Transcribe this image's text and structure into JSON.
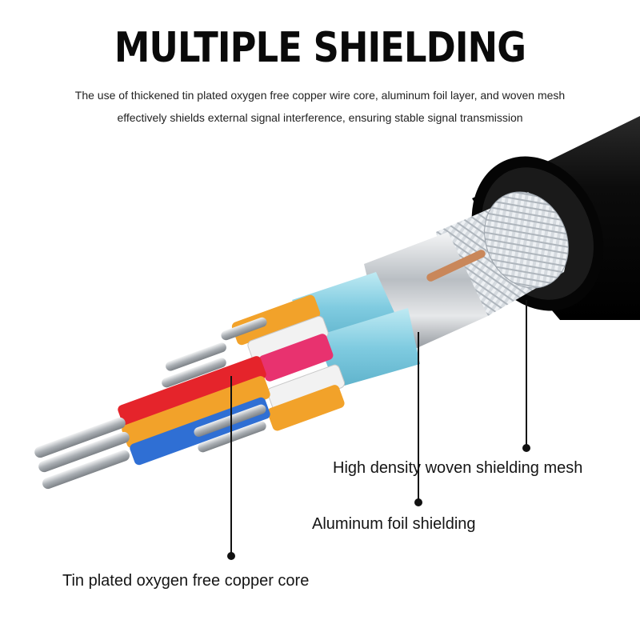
{
  "header": {
    "title": "MULTIPLE SHIELDING",
    "subtitle_line1": "The use of thickened tin plated oxygen free copper wire core, aluminum foil layer, and woven mesh",
    "subtitle_line2": "effectively shields external signal interference, ensuring stable signal transmission"
  },
  "callouts": {
    "mesh": "High density woven shielding mesh",
    "foil": "Aluminum foil shielding",
    "core": "Tin plated oxygen free copper core"
  },
  "colors": {
    "jacket": "#0b0b0b",
    "braid": "#d9dee3",
    "foil": "#c8ccd0",
    "copper_drain": "#c9875a",
    "cyan_wrap": "#8fd3e3",
    "orange_insulation": "#f2a22a",
    "red_insulation": "#e5242b",
    "blue_insulation": "#2f6fd4",
    "pink_insulation": "#e8326f",
    "white_insulation": "#f2f2f2",
    "tinned_strand": "#c4c8cc"
  }
}
